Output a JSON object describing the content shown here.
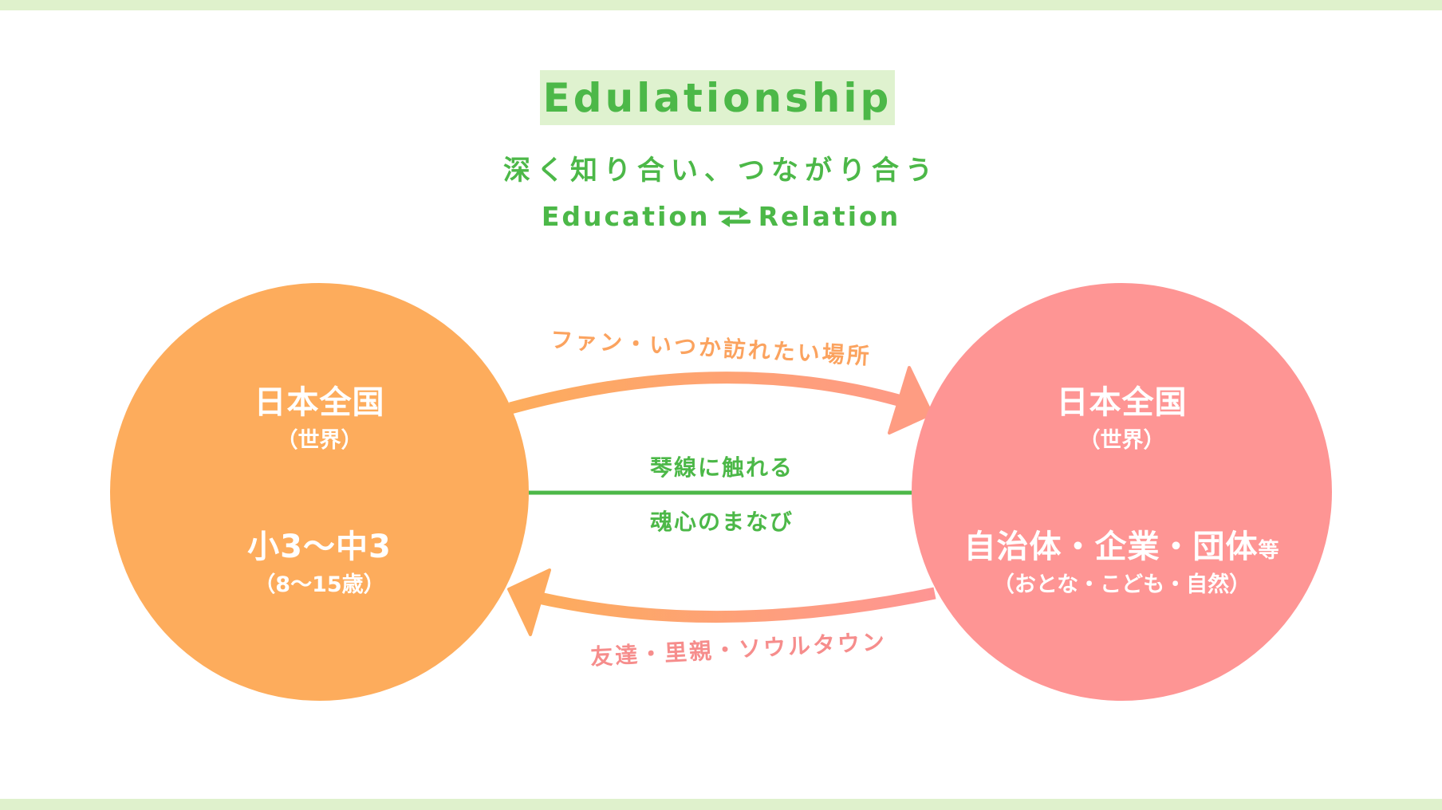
{
  "header": {
    "title": "Edulationship",
    "subtitle": "深く知り合い、つながり合う",
    "tagline_left": "Education",
    "tagline_icon": "bidirectional-arrows-icon",
    "tagline_right": "Relation"
  },
  "left_circle": {
    "region": "日本全国",
    "region_sub": "（世界）",
    "audience": "小3〜中3",
    "audience_sub": "（8〜15歳）"
  },
  "right_circle": {
    "region": "日本全国",
    "region_sub": "（世界）",
    "audience": "自治体・企業・団体",
    "audience_suffix": "等",
    "audience_sub": "（おとな・こども・自然）"
  },
  "connections": {
    "top_arrow_label": "ファン・いつか訪れたい場所",
    "line_label_top": "琴線に触れる",
    "line_label_bottom": "魂心のまなび",
    "bottom_arrow_label": "友達・里親・ソウルタウン"
  },
  "colors": {
    "green": "#4cb848",
    "title_bg": "#dff2cf",
    "band": "#dff1cc",
    "orange": "#fdac5c",
    "pink": "#fe9594"
  }
}
